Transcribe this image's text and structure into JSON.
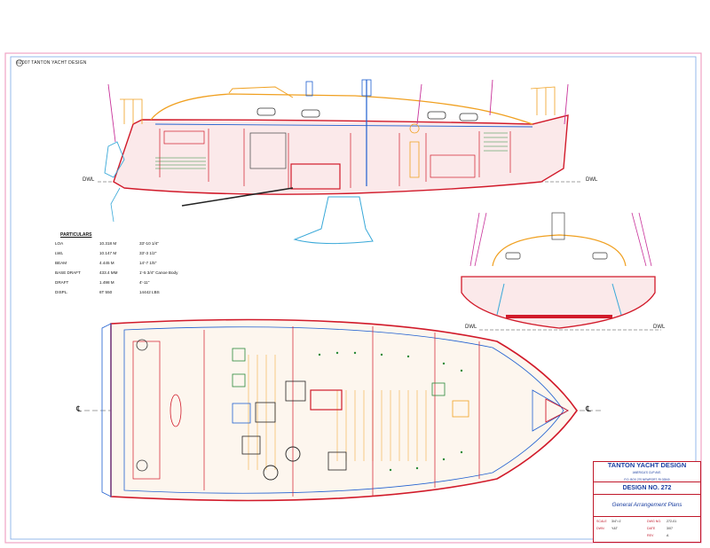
{
  "header": {
    "copyright_line": "©2007 TANTON YACHT DESIGN"
  },
  "labels": {
    "dwl": "DWL",
    "centerline": "℄"
  },
  "particulars": {
    "title": "PARTICULARS",
    "rows": [
      {
        "label": "LOA",
        "metric": "10.318 M",
        "imperial": "33'-10 1/4\""
      },
      {
        "label": "LWL",
        "metric": "10.147 M",
        "imperial": "33'-3 1/2\""
      },
      {
        "label": "BEAM",
        "metric": "4.445 M",
        "imperial": "14'-7 1/5\""
      },
      {
        "label": "BASE DRAFT",
        "metric": "433.4 MM",
        "imperial": "1'-5 3/4\" Canoe Body"
      },
      {
        "label": "DRAFT",
        "metric": "1.498 M",
        "imperial": "4'-11\""
      },
      {
        "label": "DISPL.",
        "metric": "6T 550",
        "imperial": "14442 LBS"
      }
    ]
  },
  "title_block": {
    "firm": "TANTON YACHT DESIGN",
    "address_1": "AMERICA'S CUP AVE.",
    "address_2": "P.O. BOX 270 NEWPORT, RI 02840",
    "design_no": "DESIGN NO. 272",
    "plan_title": "General Arrangement Plans",
    "scale_label": "SCALE",
    "scale_value": "3/4\"=1'",
    "drawn_label": "DWN",
    "drawn_value": "Y&T",
    "dwg_no_label": "DWG NO.",
    "dwg_no_value": "272-01",
    "date_label": "DATE",
    "date_value": "3/07",
    "rev_label": "REV",
    "rev_value": "A"
  },
  "colors": {
    "hull": "#d11a2a",
    "cabin": "#f0a020",
    "deck": "#1f5fd0",
    "interior": "#2a8a3a",
    "keel": "#38a8d8",
    "magenta": "#c8329a",
    "border_pink": "#f0a3c4",
    "border_blue": "#7aa7e6"
  }
}
